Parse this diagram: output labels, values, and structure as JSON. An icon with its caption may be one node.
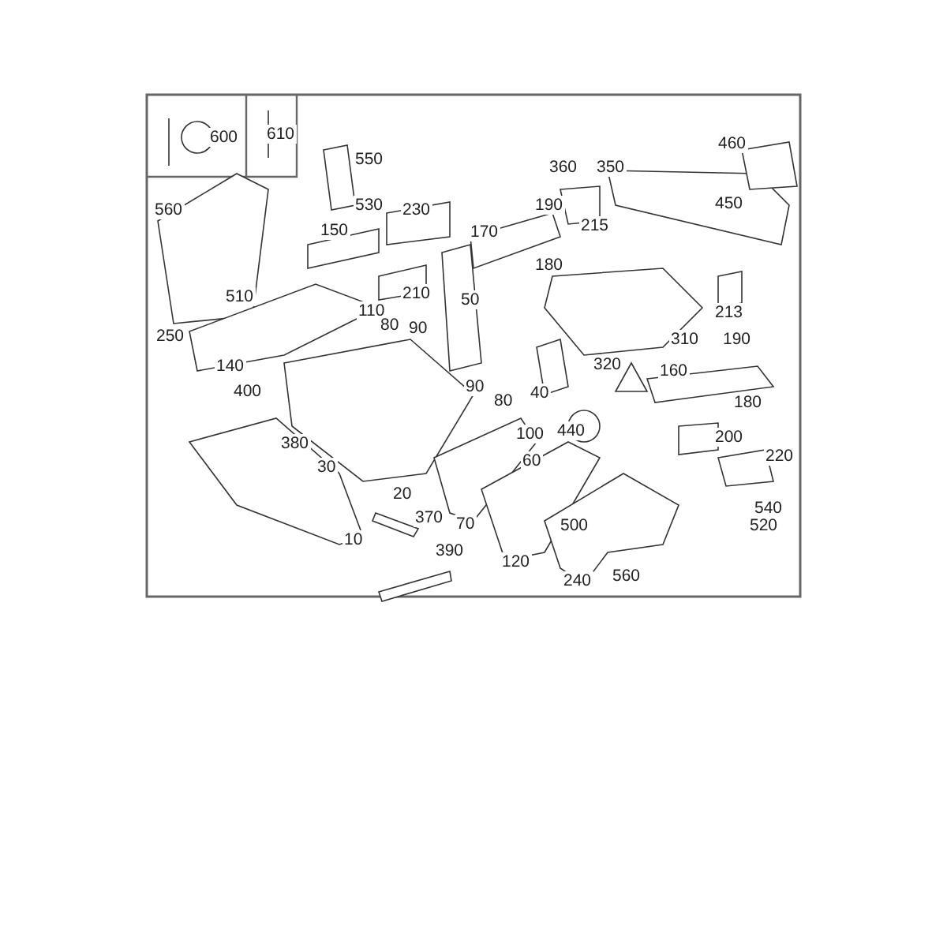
{
  "diagram": {
    "labels": [
      "600",
      "610",
      "460",
      "550",
      "360",
      "350",
      "530",
      "560",
      "190",
      "450",
      "230",
      "215",
      "150",
      "170",
      "180",
      "510",
      "210",
      "50",
      "213",
      "110",
      "80",
      "250",
      "90",
      "310",
      "190",
      "140",
      "320",
      "160",
      "90",
      "40",
      "400",
      "80",
      "180",
      "440",
      "100",
      "200",
      "380",
      "60",
      "220",
      "30",
      "20",
      "540",
      "370",
      "70",
      "500",
      "520",
      "10",
      "390",
      "120",
      "560",
      "240"
    ]
  }
}
